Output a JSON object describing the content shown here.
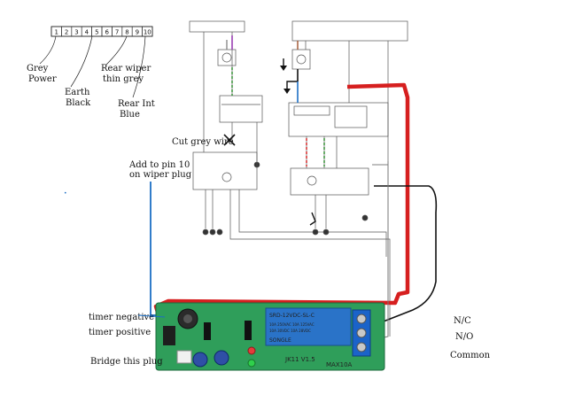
{
  "plug": {
    "pins": [
      "1",
      "2",
      "3",
      "4",
      "5",
      "6",
      "7",
      "8",
      "9",
      "10"
    ]
  },
  "pin_labels": {
    "grey_power": [
      "Grey",
      "Power"
    ],
    "earth_black": [
      "Earth",
      "Black"
    ],
    "rear_wiper": [
      "Rear wiper",
      "thin grey"
    ],
    "rear_int": [
      "Rear Int",
      "Blue"
    ]
  },
  "annotations": {
    "cut_grey_wire": "Cut grey wire",
    "add_to_pin": [
      "Add to pin 10",
      "on wiper plug"
    ],
    "timer_negative": "timer negative",
    "timer_positive": "timer positive",
    "bridge_plug": "Bridge this plug"
  },
  "relay_contacts": {
    "nc": "N/C",
    "no": "N/O",
    "common": "Common"
  },
  "relay_module": {
    "relay_text": "SRD-12VDC-SL-C",
    "rating1": "10A 250VAC 10A 125VAC",
    "rating2": "10A 30VDC 10A 28VDC",
    "brand": "SONGLE",
    "model": "JK11 V1.5",
    "max": "MAX10A"
  },
  "colors": {
    "red_wire": "#d61f1f",
    "blue_wire": "#1c6fc4",
    "black_wire": "#111111",
    "relay_blue": "#2a73c8",
    "pcb_green": "#2f9e5a"
  }
}
